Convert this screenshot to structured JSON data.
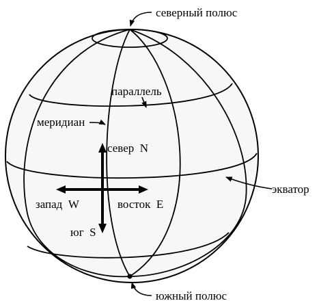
{
  "labels": {
    "north_pole": "северный полюс",
    "south_pole": "южный полюс",
    "parallel": "параллель",
    "meridian": "меридиан",
    "equator": "экватор",
    "north": "север  N",
    "south": "юг  S",
    "west": "запад  W",
    "east": "восток  E"
  },
  "colors": {
    "stroke": "#000000",
    "globe_fill": "#f7f7f7",
    "background": "#ffffff"
  }
}
